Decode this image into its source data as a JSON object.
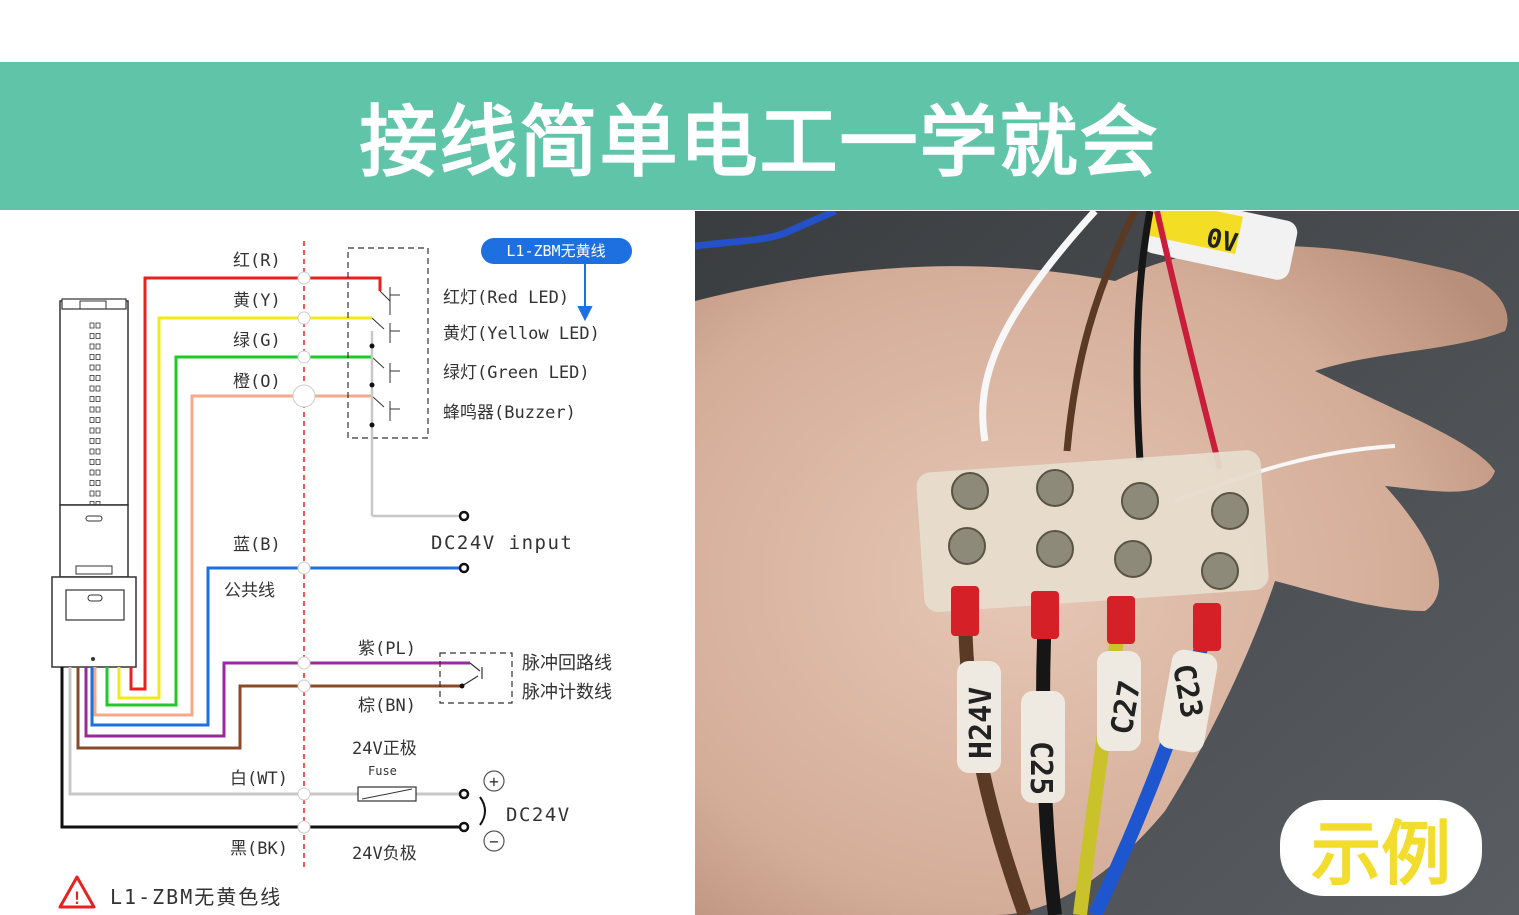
{
  "header": {
    "title": "接线简单电工一学就会"
  },
  "diagram": {
    "callout": "L1-ZBM无黄线",
    "wires": [
      {
        "label": "红(R)",
        "color": "#e8211f"
      },
      {
        "label": "黄(Y)",
        "color": "#f2e81a"
      },
      {
        "label": "绿(G)",
        "color": "#1fc92a"
      },
      {
        "label": "橙(O)",
        "color": "#f4a989"
      },
      {
        "label": "蓝(B)",
        "color": "#1e6fe0"
      },
      {
        "label": "紫(PL)",
        "color": "#9a2a9a"
      },
      {
        "label": "棕(BN)",
        "color": "#8a4a2a"
      },
      {
        "label": "白(WT)",
        "color": "#c8c8c8"
      },
      {
        "label": "黑(BK)",
        "color": "#111111"
      }
    ],
    "outputs": [
      "红灯(Red LED)",
      "黄灯(Yellow LED)",
      "绿灯(Green LED)",
      "蜂鸣器(Buzzer)"
    ],
    "dc_input": "DC24V input",
    "common": "公共线",
    "pulse_loop": "脉冲回路线",
    "pulse_count": "脉冲计数线",
    "pos_pole": "24V正极",
    "fuse": "Fuse",
    "neg_pole": "24V负极",
    "dc24v": "DC24V",
    "plus": "+",
    "minus": "−",
    "warning": "L1-ZBM无黄色线",
    "warning_symbol": "!"
  },
  "photo": {
    "tags": [
      "H24V",
      "C25",
      "C27",
      "C23"
    ],
    "label_0v": "0V",
    "badge": "示例"
  }
}
